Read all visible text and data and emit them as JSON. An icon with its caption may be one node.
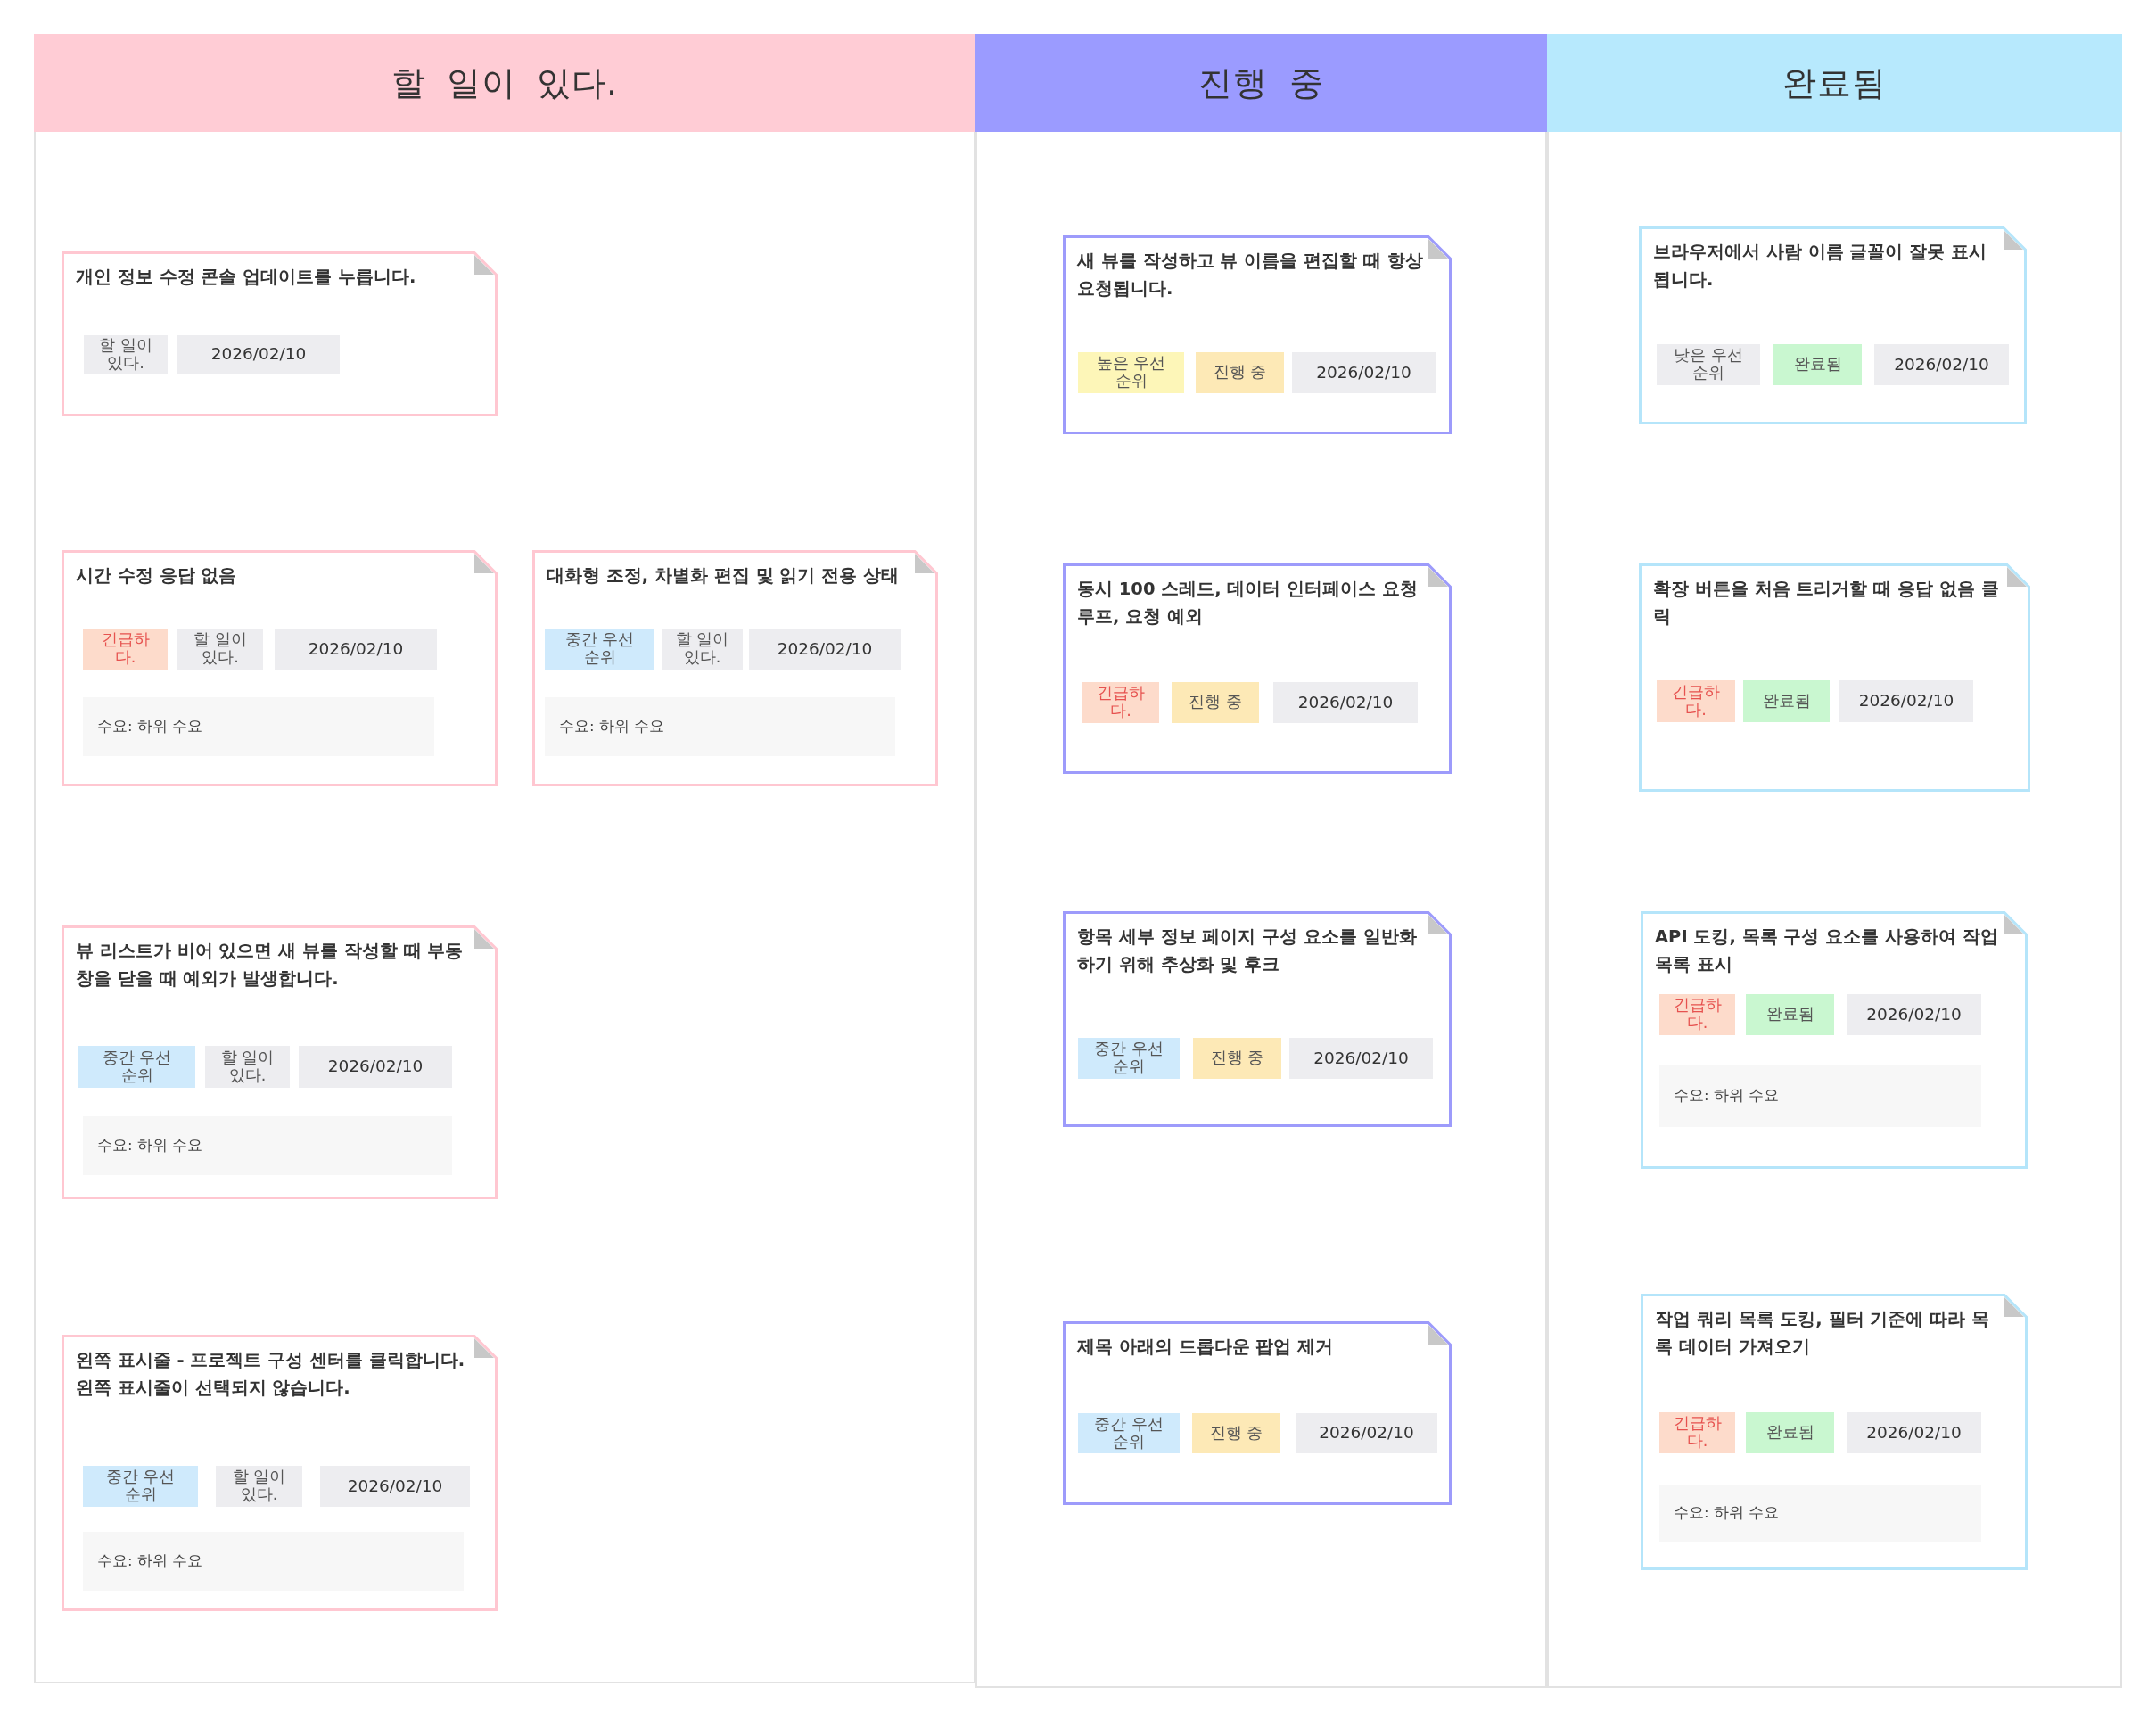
{
  "diagram": {
    "nodes": [
      {
        "text": [
          "할 일이 있다."
        ]
      },
      {
        "text": [
          "개인 정보 수정 콘솔 업데이트를 누릅니다."
        ],
        "in": 0
      },
      {
        "text": [
          "할 일이 있다."
        ],
        "in": 1
      },
      {
        "text": [
          "2026/02/10"
        ],
        "in": 1
      },
      {
        "text": [
          "시간 수정 응답 없음"
        ],
        "in": 0
      },
      {
        "text": [
          "긴급하다."
        ],
        "in": 4
      },
      {
        "text": [
          "할 일이 있다."
        ],
        "in": 4
      },
      {
        "text": [
          "2026/02/10"
        ],
        "in": 4
      },
      {
        "text": [
          "수요: 하위 수요"
        ],
        "in": 4
      },
      {
        "text": [
          "대화형 조정, 차별화 편집 및 읽기 전용 상태"
        ],
        "in": 0
      },
      {
        "text": [
          "중간 우선 순위"
        ],
        "in": 9
      },
      {
        "text": [
          "할 일이 있다."
        ],
        "in": 9
      },
      {
        "text": [
          "2026/02/10"
        ],
        "in": 9
      },
      {
        "text": [
          "수요: 하위 수요"
        ],
        "in": 9
      },
      {
        "text": [
          "뷰 리스트가 비어 있으면 새 뷰를 작성할 때 부동 창을 닫을 때 예외가 발생합니다."
        ],
        "in": 0
      },
      {
        "text": [
          "중간 우선 순위"
        ],
        "in": 14
      },
      {
        "text": [
          "할 일이 있다."
        ],
        "in": 14
      },
      {
        "text": [
          "2026/02/10"
        ],
        "in": 14
      },
      {
        "text": [
          "수요: 하위 수요"
        ],
        "in": 14
      },
      {
        "text": [
          "왼쪽 표시줄 - 프로젝트 구성 센터를 클릭합니다. 왼쪽 표시줄이 선택되지 않습니다."
        ],
        "in": 0
      },
      {
        "text": [
          "중간 우선 순위"
        ],
        "in": 19
      },
      {
        "text": [
          "할 일이 있다."
        ],
        "in": 19
      },
      {
        "text": [
          "2026/02/10"
        ],
        "in": 19
      },
      {
        "text": [
          "수요: 하위 수요"
        ],
        "in": 19
      },
      {
        "text": [
          "진행 중"
        ]
      },
      {
        "text": [
          "새 뷰를 작성하고 뷰 이름을 편집할 때 항상 요청됩니다."
        ],
        "in": 24
      },
      {
        "text": [
          "높은 우선 순위"
        ],
        "in": 25
      },
      {
        "text": [
          "진행 중"
        ],
        "in": 25
      },
      {
        "text": [
          "2026/02/10"
        ],
        "in": 25
      },
      {
        "text": [
          "동시 100 스레드, 데이터 인터페이스 요청 루프, 요청 예외"
        ],
        "in": 24
      },
      {
        "text": [
          "긴급하다."
        ],
        "in": 29
      },
      {
        "text": [
          "진행 중"
        ],
        "in": 29
      },
      {
        "text": [
          "2026/02/10"
        ],
        "in": 29
      },
      {
        "text": [
          "항목 세부 정보 페이지 구성 요소를 일반화하기 위해 추상화 및 후크"
        ],
        "in": 24
      },
      {
        "text": [
          "중간 우선 순위"
        ],
        "in": 33
      },
      {
        "text": [
          "진행 중"
        ],
        "in": 33
      },
      {
        "text": [
          "2026/02/10"
        ],
        "in": 33
      },
      {
        "text": [
          "제목 아래의 드롭다운 팝업 제거"
        ],
        "in": 24
      },
      {
        "text": [
          "중간 우선 순위"
        ],
        "in": 37
      },
      {
        "text": [
          "진행 중"
        ],
        "in": 37
      },
      {
        "text": [
          "2026/02/10"
        ],
        "in": 37
      },
      {
        "text": [
          "완료됨"
        ]
      },
      {
        "text": [
          "브라우저에서 사람 이름 글꼴이 잘못 표시됩니다."
        ],
        "in": 41
      },
      {
        "text": [
          "낮은 우선 순위"
        ],
        "in": 42
      },
      {
        "text": [
          "완료됨"
        ],
        "in": 42
      },
      {
        "text": [
          "2026/02/10"
        ],
        "in": 42
      },
      {
        "text": [
          "확장 버튼을 처음 트리거할 때 응답 없음 클릭"
        ],
        "in": 41
      },
      {
        "text": [
          "긴급하다."
        ],
        "in": 46
      },
      {
        "text": [
          "완료됨"
        ],
        "in": 46
      },
      {
        "text": [
          "2026/02/10"
        ],
        "in": 46
      },
      {
        "text": [
          "API 도킹, 목록 구성 요소를 사용하여 작업 목록 표시"
        ],
        "in": 41
      },
      {
        "text": [
          "긴급하다."
        ],
        "in": 50
      },
      {
        "text": [
          "완료됨"
        ],
        "in": 50
      },
      {
        "text": [
          "2026/02/10"
        ],
        "in": 50
      },
      {
        "text": [
          "수요: 하위 수요"
        ],
        "in": 50
      },
      {
        "text": [
          "작업 쿼리 목록 도킹, 필터 기준에 따라 목록 데이터 가져오기"
        ],
        "in": 41
      },
      {
        "text": [
          "긴급하다."
        ],
        "in": 55
      },
      {
        "text": [
          "완료됨"
        ],
        "in": 55
      },
      {
        "text": [
          "2026/02/10"
        ],
        "in": 55
      },
      {
        "text": [
          "수요: 하위 수요"
        ],
        "in": 55
      }
    ]
  }
}
